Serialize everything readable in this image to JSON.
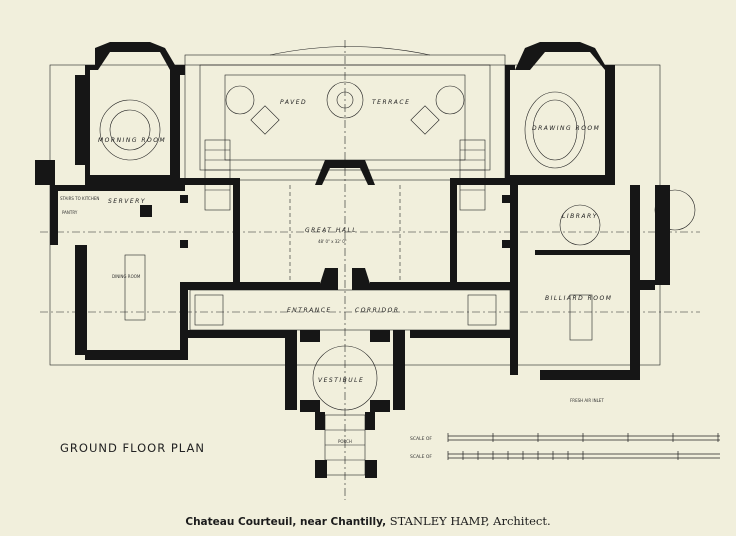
{
  "plan": {
    "title": "GROUND FLOOR PLAN",
    "rooms": {
      "morning_room": "MORNING ROOM",
      "paved": "PAVED",
      "terrace": "TERRACE",
      "drawing_room": "DRAWING ROOM",
      "great_hall": "GREAT HALL",
      "great_hall_dims": "48' 0\" x 32' 0\"",
      "entrance_corridor_1": "ENTRANCE",
      "entrance_corridor_2": "CORRIDOR",
      "servery": "SERVERY",
      "pantry": "PANTRY",
      "stairs_to_kitchen": "STAIRS TO KITCHEN",
      "dining_room": "DINING ROOM",
      "library": "LIBRARY",
      "billiard_room": "BILLIARD ROOM",
      "vestibule": "VESTIBULE",
      "porch": "PORCH"
    },
    "notes": {
      "fresh_air_inlet": "FRESH AIR INLET"
    },
    "scales": [
      "SCALE OF",
      "SCALE OF"
    ]
  },
  "caption": {
    "bold": "Chateau Courteuil, near Chantilly,",
    "rest": " STANLEY HAMP, Architect."
  },
  "colors": {
    "paper": "#f1efdc",
    "ink": "#1a1a1a"
  }
}
